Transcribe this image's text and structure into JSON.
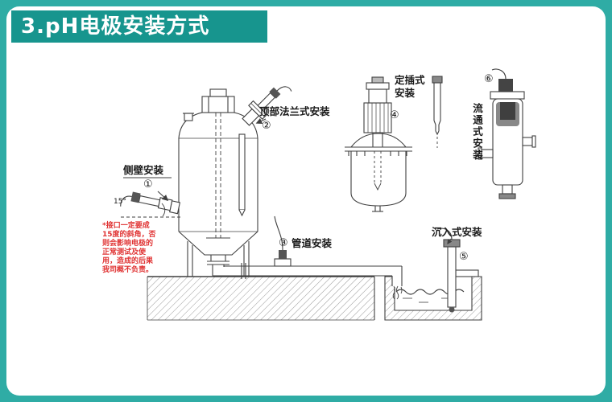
{
  "theme": {
    "page_bg": "#2FACA5",
    "banner_bg": "#17958E",
    "banner_text": "#FFFFFF",
    "panel_bg": "#FFFFFF",
    "line_color": "#3F3F3F",
    "warning_color": "#E03333"
  },
  "header": {
    "title": "3.pH电极安装方式"
  },
  "installations": {
    "side_wall": {
      "num": "①",
      "label": "侧壁安装"
    },
    "top_flange": {
      "num": "②",
      "label": "顶部法兰式安装"
    },
    "pipeline": {
      "num": "③",
      "label": "管道安装"
    },
    "fixed_insert": {
      "num": "④",
      "label": "定插式安装"
    },
    "submersion": {
      "num": "⑤",
      "label": "沉入式安装"
    },
    "flow_through": {
      "num": "⑥",
      "label": "流通式安装"
    }
  },
  "annotations": {
    "angle": "15°",
    "warning": "*接口一定要成15度的斜角，否则会影响电极的正常测试及使用，造成的后果我司概不负责。"
  }
}
